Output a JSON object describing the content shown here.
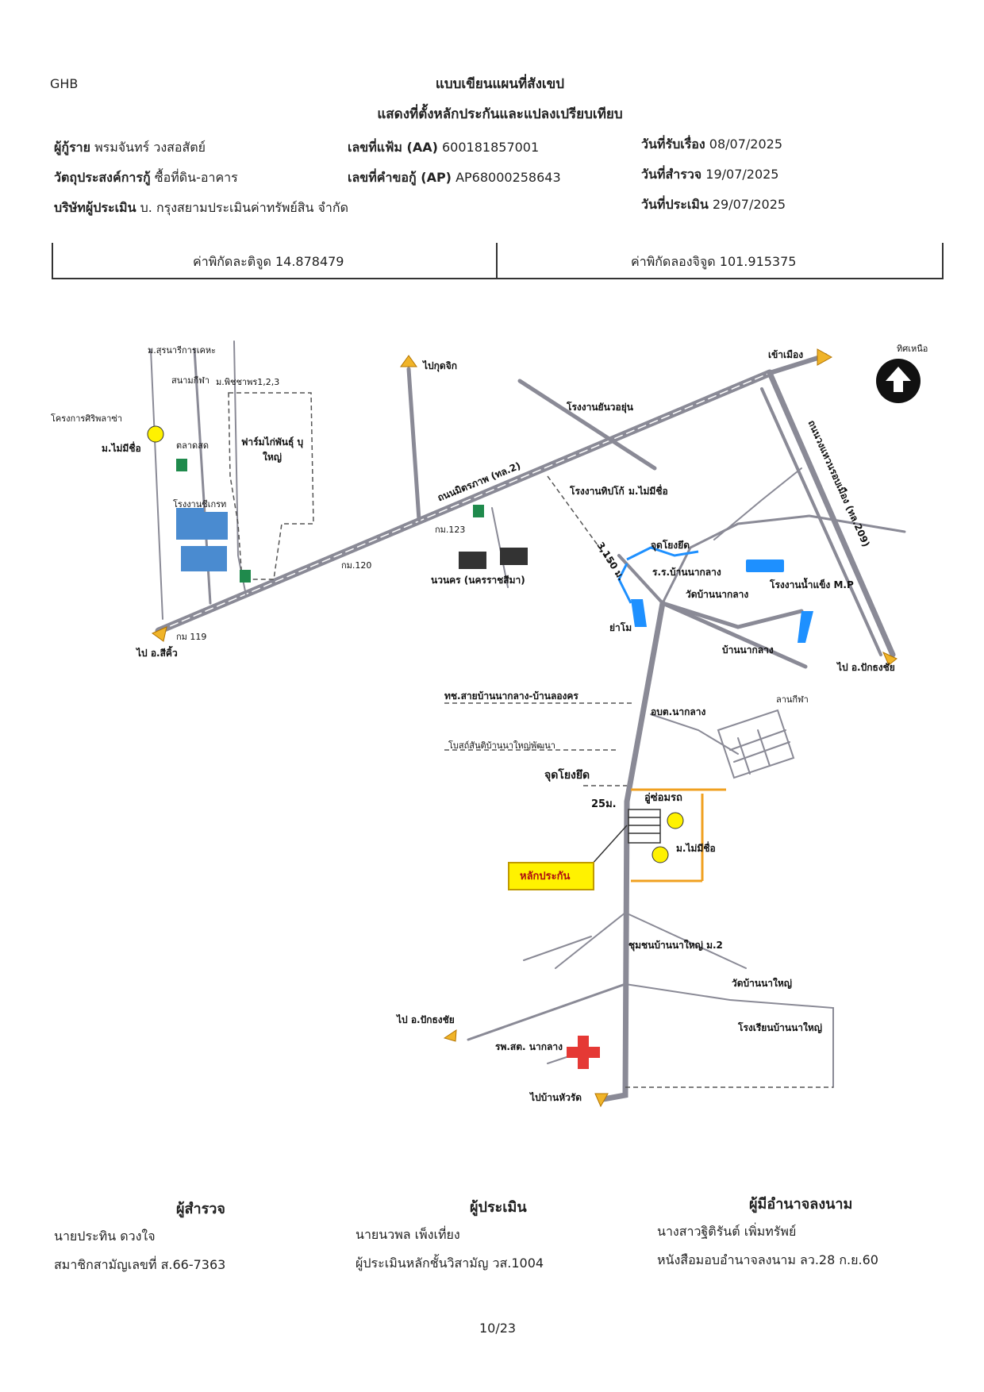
{
  "brand": "GHB",
  "title1": "แบบเขียนแผนที่สังเขป",
  "title2": "แสดงที่ตั้งหลักประกันและแปลงเปรียบเทียบ",
  "info": {
    "borrower_label": "ผู้กู้ราย",
    "borrower": "พรมจันทร์ วงสอสัตย์",
    "purpose_label": "วัตถุประสงค์การกู้",
    "purpose": "ซื้อที่ดิน-อาคาร",
    "company_label": "บริษัทผู้ประเมิน",
    "company": "บ. กรุงสยามประเมินค่าทรัพย์สิน จำกัด",
    "file_label": "เลขที่แฟ้ม (AA)",
    "file_no": "600181857001",
    "request_label": "เลขที่คำขอกู้ (AP)",
    "request_no": "AP68000258643",
    "received_label": "วันที่รับเรื่อง",
    "received": "08/07/2025",
    "survey_label": "วันที่สำรวจ",
    "survey": "19/07/2025",
    "appraise_label": "วันที่ประเมิน",
    "appraise": "29/07/2025"
  },
  "coords": {
    "lat": "ค่าพิกัดละติจูด 14.878479",
    "lng": "ค่าพิกัดลองจิจูด 101.915375"
  },
  "map": {
    "north": "ทิศเหนือ",
    "to_town": "เข้าเมือง",
    "to_pakthongchai_e": "ไป อ.ปักธงชัย",
    "to_sikhio": "ไป อ.สีคิ้ว",
    "to_kudjik": "ไปกุดจิก",
    "to_pakthongchai_w": "ไป อ.ปักธงชัย",
    "to_huawat": "ไปบ้านหัวรัด",
    "road_mittraphap": "ถนนมิตรภาพ (ทล.2)",
    "road_ring": "ถนนวงแหวนรอบเมือง (ทล.209)",
    "factory_rubber": "โรงงานยันวอยุ่น",
    "factory_tipco": "โรงงานทิปโก้",
    "factory_ice": "โรงงานน้ำแข็ง M.P",
    "nawanakorn": "นวนคร (นครราชสีมา)",
    "km120": "กม.120",
    "km123": "กม.123",
    "km119": "กม 119",
    "dist": "3,150 ม.",
    "uturn1": "จุดโยงยึด",
    "uturn2": "จุดโยงยึด",
    "school_naklang": "ร.ร.บ้านนากลาง",
    "temple_naklang": "วัดบ้านนากลาง",
    "yamo": "ย่าโม",
    "village_naklang": "บ้านนากลาง",
    "road_local": "ทช.สายบ้านนากลาง-บ้านลองคร",
    "obt": "อบต.นากลาง",
    "church": "โบสถ์สันติบ้านนาใหญ่พัฒนา",
    "repair": "อู่ซ่อมรถ",
    "dist25": "25ม.",
    "unnamed_village": "ม.ไม่มีชื่อ",
    "unnamed_village2": "ม.ไม่มีชื่อ",
    "unnamed_village3": "ม.ไม่มีชื่อ",
    "collateral": "หลักประกัน",
    "community": "ชุมชนบ้านนาใหญ่ ม.2",
    "temple_nayai": "วัดบ้านนาใหญ่",
    "school_nayai": "โรงเรียนบ้านนาใหญ่",
    "hospital": "รพ.สต. นากลาง",
    "univ": "ม.สุรนารีการเคหะ",
    "stadium": "สนามกีฬา",
    "phichaphon": "ม.พิชชาพร1,2,3",
    "sirilada": "โครงการศิริพลาซ่า",
    "market": "ตลาดสด",
    "farm": "ฟาร์มไก่พันธุ์ บุใหญ่",
    "factory_seagate": "โรงงานซีเกรท",
    "lankila": "ลานกีฬา"
  },
  "signatures": {
    "surveyor_head": "ผู้สำรวจ",
    "surveyor_name": "นายประทิน ดวงใจ",
    "surveyor_role": "สมาชิกสามัญเลขที่ ส.66-7363",
    "appraiser_head": "ผู้ประเมิน",
    "appraiser_name": "นายนวพล เพ็งเที่ยง",
    "appraiser_role": "ผู้ประเมินหลักชั้นวิสามัญ วส.1004",
    "signer_head": "ผู้มีอำนาจลงนาม",
    "signer_name": "นางสาวฐิติรันต์ เพิ่มทรัพย์",
    "signer_role": "หนังสือมอบอำนาจลงนาม ลว.28 ก.ย.60"
  },
  "page_no": "10/23",
  "colors": {
    "road": "#8a8a96",
    "arrow": "#f0b429",
    "highlight": "#fff200",
    "plot_line": "#f0a020",
    "water": "#1e90ff"
  }
}
